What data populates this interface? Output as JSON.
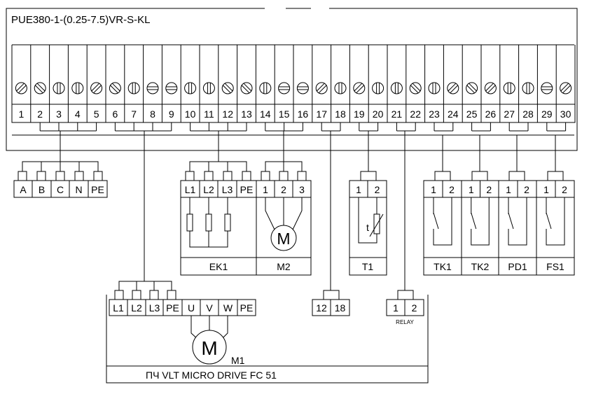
{
  "panel_title": "PUE380-1-(0.25-7.5)VR-S-KL",
  "terminals": [
    "1",
    "2",
    "3",
    "4",
    "5",
    "6",
    "7",
    "8",
    "9",
    "10",
    "11",
    "12",
    "13",
    "14",
    "15",
    "16",
    "17",
    "18",
    "19",
    "20",
    "21",
    "22",
    "23",
    "24",
    "25",
    "26",
    "27",
    "28",
    "29",
    "30"
  ],
  "screw_types": [
    "o",
    "d",
    "v",
    "v",
    "o",
    "d",
    "v",
    "h",
    "h",
    "v",
    "v",
    "d",
    "d",
    "v",
    "h",
    "h",
    "o",
    "v",
    "o",
    "v",
    "v",
    "d",
    "v",
    "o",
    "d",
    "o",
    "v",
    "v",
    "h",
    "o"
  ],
  "power_supply": {
    "labels": [
      "A",
      "B",
      "C",
      "N",
      "PE"
    ]
  },
  "ek1": {
    "name": "EK1",
    "labels": [
      "L1",
      "L2",
      "L3",
      "PE"
    ]
  },
  "m2": {
    "name": "M2",
    "labels": [
      "1",
      "2",
      "3"
    ],
    "motor": "M"
  },
  "t1": {
    "name": "T1",
    "labels": [
      "1",
      "2"
    ],
    "sensor_mark": "t"
  },
  "switches": [
    {
      "name": "TK1",
      "labels": [
        "1",
        "2"
      ]
    },
    {
      "name": "TK2",
      "labels": [
        "1",
        "2"
      ]
    },
    {
      "name": "PD1",
      "labels": [
        "1",
        "2"
      ]
    },
    {
      "name": "FS1",
      "labels": [
        "1",
        "2"
      ]
    }
  ],
  "drive": {
    "name": "ПЧ  VLT MICRO DRIVE FC 51",
    "power_labels": [
      "L1",
      "L2",
      "L3",
      "PE"
    ],
    "motor_labels": [
      "U",
      "V",
      "W",
      "PE"
    ],
    "signal_labels": [
      "12",
      "18"
    ],
    "relay_labels": [
      "1",
      "2"
    ],
    "relay_caption": "RELAY",
    "motor": "M",
    "motor_id": "M1"
  }
}
